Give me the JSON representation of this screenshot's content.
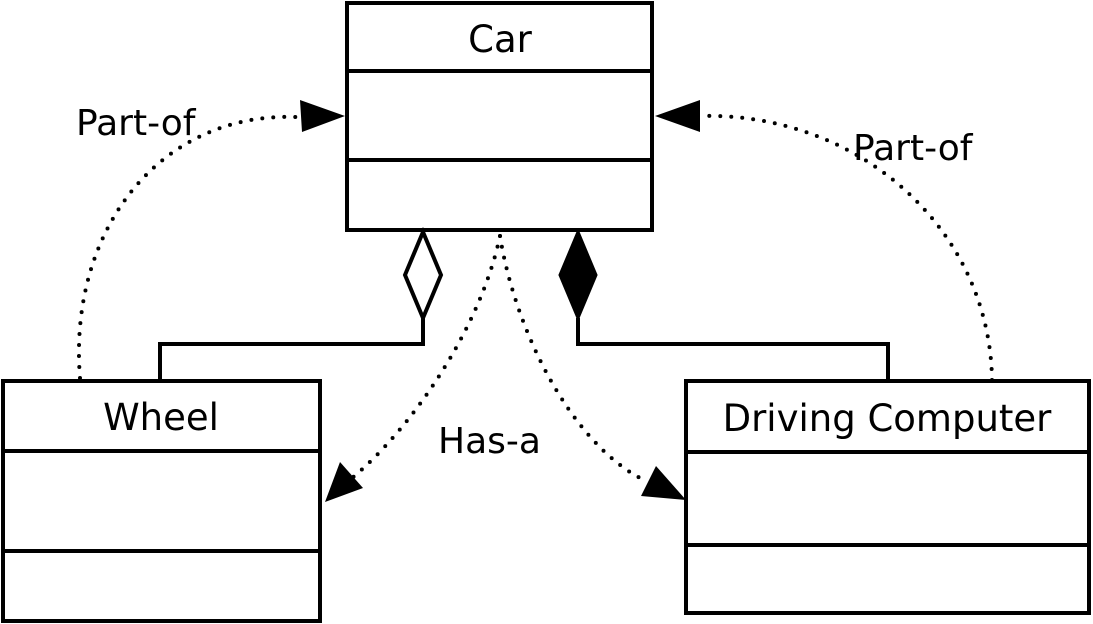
{
  "classes": {
    "car": {
      "name": "Car"
    },
    "wheel": {
      "name": "Wheel"
    },
    "driving_computer": {
      "name": "Driving Computer"
    }
  },
  "relationships": {
    "wheel_part_of_car": {
      "label": "Part-of",
      "kind": "dependency-dotted"
    },
    "driving_computer_part_of_car": {
      "label": "Part-of",
      "kind": "dependency-dotted"
    },
    "car_has_a": {
      "label": "Has-a",
      "kind": "dependency-dotted"
    },
    "car_wheel_aggregation": {
      "kind": "aggregation",
      "marker": "hollow-diamond"
    },
    "car_computer_composition": {
      "kind": "composition",
      "marker": "filled-diamond"
    }
  },
  "colors": {
    "line": "#000000",
    "background": "#ffffff"
  }
}
